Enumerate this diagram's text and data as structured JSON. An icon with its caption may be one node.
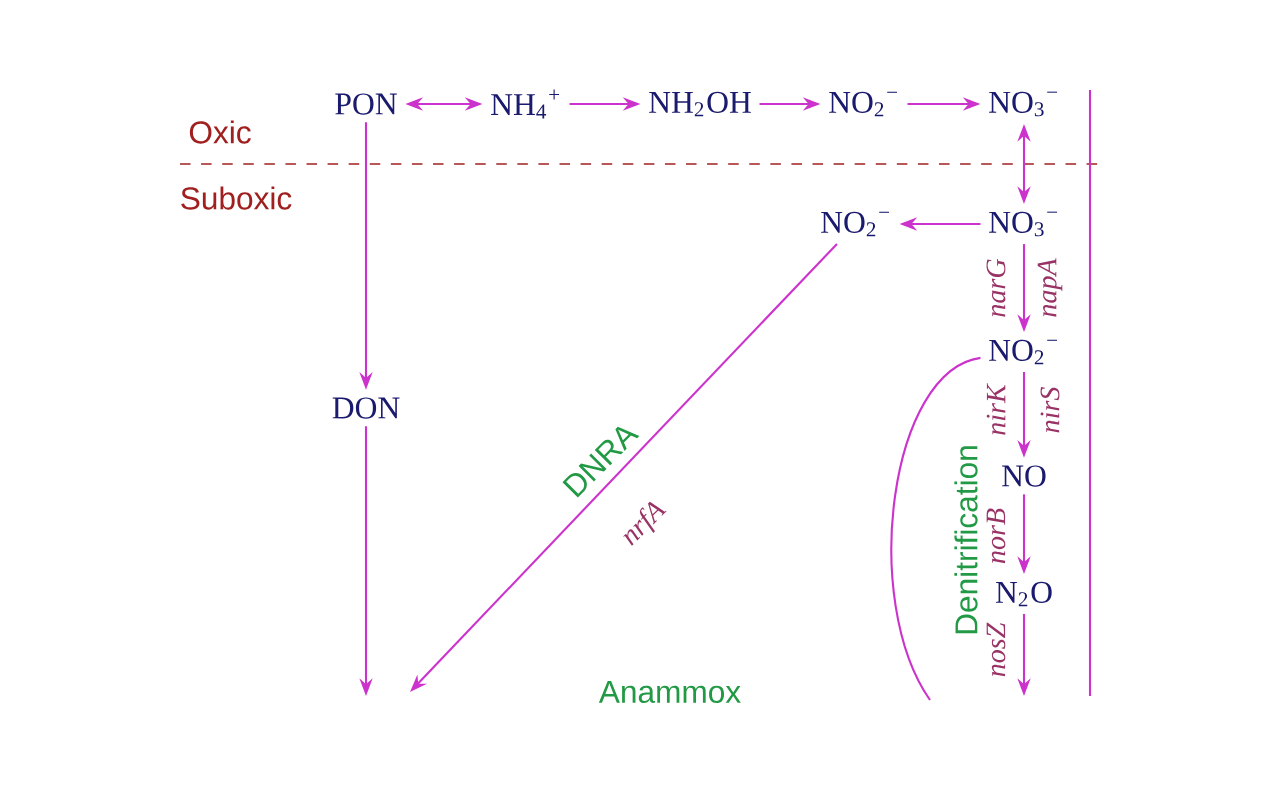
{
  "diagram": {
    "nodes": [
      {
        "text": [
          "PON"
        ]
      },
      {
        "text": [
          "NH$_{4}$$^{+}$"
        ]
      },
      {
        "text": [
          "NH$_{2}$OH"
        ]
      },
      {
        "text": [
          "NO$_{2}$$^{−}$"
        ]
      },
      {
        "text": [
          "NO$_{3}$$^{−}$"
        ]
      },
      {
        "text": [
          "NO$_{2}$$^{−}$"
        ]
      },
      {
        "text": [
          "NO$_{3}$$^{−}$"
        ]
      },
      {
        "text": [
          "DON"
        ]
      },
      {
        "text": [
          "NO$_{2}$$^{−}$"
        ]
      },
      {
        "text": [
          "NO"
        ]
      },
      {
        "text": [
          "N$_{2}$O"
        ]
      }
    ],
    "edges": [
      {
        "from": 0,
        "to": 1,
        "arrow": "both"
      },
      {
        "from": 1,
        "to": 2,
        "arrow": "to"
      },
      {
        "from": 2,
        "to": 3,
        "arrow": "to"
      },
      {
        "from": 3,
        "to": 4,
        "arrow": "to"
      },
      {
        "from": 4,
        "to": 6,
        "arrow": "both"
      },
      {
        "from": 6,
        "to": 5,
        "arrow": "to"
      },
      {
        "from": 0,
        "to": 7,
        "arrow": "to"
      },
      {
        "from": 7,
        "to": null,
        "arrow": "to"
      },
      {
        "from": 5,
        "to": null,
        "arrow": "to",
        "label": "DNRA"
      },
      {
        "from": 6,
        "to": 8,
        "arrow": "to",
        "label": "narG"
      },
      {
        "from": 8,
        "to": 9,
        "arrow": "to",
        "label": "nirK"
      },
      {
        "from": 9,
        "to": 10,
        "arrow": "to",
        "label": "norB"
      },
      {
        "from": 10,
        "to": null,
        "arrow": "to",
        "label": "nosZ"
      },
      {
        "from": 8,
        "to": null,
        "arrow": "none"
      }
    ],
    "labels": [
      "Oxic",
      "Suboxic",
      "napA",
      "nirS",
      "nrfA",
      "Denitrification",
      "Anammox"
    ]
  }
}
